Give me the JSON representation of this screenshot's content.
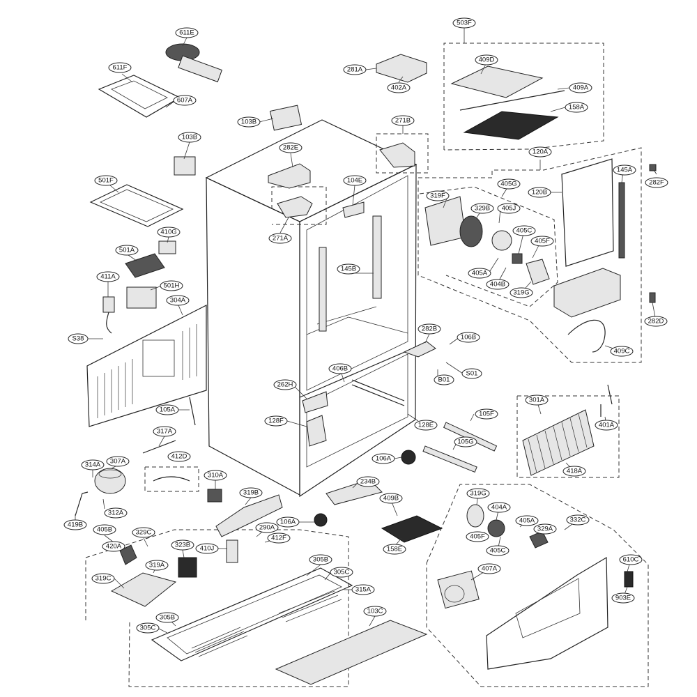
{
  "diagram": {
    "callouts": [
      {
        "id": "c-611E",
        "label": "611E"
      },
      {
        "id": "c-611F",
        "label": "611F"
      },
      {
        "id": "c-607A",
        "label": "607A"
      },
      {
        "id": "c-103B-top",
        "label": "103B"
      },
      {
        "id": "c-103B",
        "label": "103B"
      },
      {
        "id": "c-501F",
        "label": "501F"
      },
      {
        "id": "c-410G",
        "label": "410G"
      },
      {
        "id": "c-501A",
        "label": "501A"
      },
      {
        "id": "c-411A",
        "label": "411A"
      },
      {
        "id": "c-501H",
        "label": "501H"
      },
      {
        "id": "c-304A",
        "label": "304A"
      },
      {
        "id": "c-S38",
        "label": "S38"
      },
      {
        "id": "c-105A",
        "label": "105A"
      },
      {
        "id": "c-317A",
        "label": "317A"
      },
      {
        "id": "c-412D",
        "label": "412D"
      },
      {
        "id": "c-314A",
        "label": "314A"
      },
      {
        "id": "c-307A",
        "label": "307A"
      },
      {
        "id": "c-310A",
        "label": "310A"
      },
      {
        "id": "c-312A",
        "label": "312A"
      },
      {
        "id": "c-419B",
        "label": "419B"
      },
      {
        "id": "c-405B",
        "label": "405B"
      },
      {
        "id": "c-329C",
        "label": "329C"
      },
      {
        "id": "c-420A",
        "label": "420A"
      },
      {
        "id": "c-323B",
        "label": "323B"
      },
      {
        "id": "c-410J",
        "label": "410J"
      },
      {
        "id": "c-319B",
        "label": "319B"
      },
      {
        "id": "c-290A",
        "label": "290A"
      },
      {
        "id": "c-412F",
        "label": "412F"
      },
      {
        "id": "c-106A-a",
        "label": "106A"
      },
      {
        "id": "c-319A",
        "label": "319A"
      },
      {
        "id": "c-319C",
        "label": "319C"
      },
      {
        "id": "c-305B-a",
        "label": "305B"
      },
      {
        "id": "c-305C-a",
        "label": "305C"
      },
      {
        "id": "c-315A",
        "label": "315A"
      },
      {
        "id": "c-305B-b",
        "label": "305B"
      },
      {
        "id": "c-305C-b",
        "label": "305C"
      },
      {
        "id": "c-103C",
        "label": "103C"
      },
      {
        "id": "c-281A",
        "label": "281A"
      },
      {
        "id": "c-402A",
        "label": "402A"
      },
      {
        "id": "c-271B",
        "label": "271B"
      },
      {
        "id": "c-282E",
        "label": "282E"
      },
      {
        "id": "c-104E",
        "label": "104E"
      },
      {
        "id": "c-271A",
        "label": "271A"
      },
      {
        "id": "c-145B",
        "label": "145B"
      },
      {
        "id": "c-282B",
        "label": "282B"
      },
      {
        "id": "c-106B",
        "label": "106B"
      },
      {
        "id": "c-S01",
        "label": "S01"
      },
      {
        "id": "c-B01",
        "label": "B01"
      },
      {
        "id": "c-406B",
        "label": "406B"
      },
      {
        "id": "c-262H",
        "label": "262H"
      },
      {
        "id": "c-128F",
        "label": "128F"
      },
      {
        "id": "c-128E",
        "label": "128E"
      },
      {
        "id": "c-105F",
        "label": "105F"
      },
      {
        "id": "c-105G",
        "label": "105G"
      },
      {
        "id": "c-106A-b",
        "label": "106A"
      },
      {
        "id": "c-234B",
        "label": "234B"
      },
      {
        "id": "c-409B",
        "label": "409B"
      },
      {
        "id": "c-158E",
        "label": "158E"
      },
      {
        "id": "c-503F",
        "label": "503F"
      },
      {
        "id": "c-409D",
        "label": "409D"
      },
      {
        "id": "c-409A",
        "label": "409A"
      },
      {
        "id": "c-158A",
        "label": "158A"
      },
      {
        "id": "c-120A",
        "label": "120A"
      },
      {
        "id": "c-120B",
        "label": "120B"
      },
      {
        "id": "c-145A",
        "label": "145A"
      },
      {
        "id": "c-282F",
        "label": "282F"
      },
      {
        "id": "c-319F",
        "label": "319F"
      },
      {
        "id": "c-405G",
        "label": "405G"
      },
      {
        "id": "c-329B",
        "label": "329B"
      },
      {
        "id": "c-405J",
        "label": "405J"
      },
      {
        "id": "c-405C-a",
        "label": "405C"
      },
      {
        "id": "c-405F-a",
        "label": "405F"
      },
      {
        "id": "c-405A-a",
        "label": "405A"
      },
      {
        "id": "c-404B",
        "label": "404B"
      },
      {
        "id": "c-319G-a",
        "label": "319G"
      },
      {
        "id": "c-282D",
        "label": "282D"
      },
      {
        "id": "c-409C",
        "label": "409C"
      },
      {
        "id": "c-301A",
        "label": "301A"
      },
      {
        "id": "c-401A",
        "label": "401A"
      },
      {
        "id": "c-418A",
        "label": "418A"
      },
      {
        "id": "c-319G-b",
        "label": "319G"
      },
      {
        "id": "c-404A",
        "label": "404A"
      },
      {
        "id": "c-405A-b",
        "label": "405A"
      },
      {
        "id": "c-329A",
        "label": "329A"
      },
      {
        "id": "c-332C",
        "label": "332C"
      },
      {
        "id": "c-405F-b",
        "label": "405F"
      },
      {
        "id": "c-405C-b",
        "label": "405C"
      },
      {
        "id": "c-407A",
        "label": "407A"
      },
      {
        "id": "c-610C",
        "label": "610C"
      },
      {
        "id": "c-903E",
        "label": "903E"
      }
    ]
  }
}
